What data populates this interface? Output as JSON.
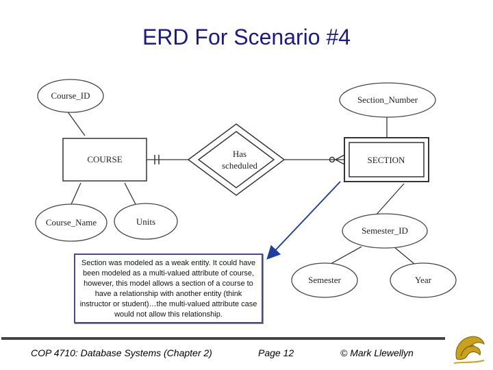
{
  "title": "ERD For Scenario #4",
  "diagram": {
    "entities": {
      "course": "COURSE",
      "section": "SECTION"
    },
    "relationship": {
      "line1": "Has",
      "line2": "scheduled"
    },
    "attributes": {
      "course_id": "Course_ID",
      "course_name": "Course_Name",
      "units": "Units",
      "section_number": "Section_Number",
      "semester_id": "Semester_ID",
      "semester": "Semester",
      "year": "Year"
    }
  },
  "note": "Section was modeled as a weak entity.  It could have been modeled as a multi-valued attribute of course, however, this model allows a section of a course to have a relationship with another entity (think instructor or student)…the multi-valued attribute case would not allow this relationship.",
  "footer": {
    "course": "COP 4710: Database Systems  (Chapter 2)",
    "page": "Page 12",
    "author": "© Mark Llewellyn"
  },
  "colors": {
    "title": "#1a1a8c",
    "arrow": "#1f3f9f",
    "note_border": "#4a4a78"
  }
}
